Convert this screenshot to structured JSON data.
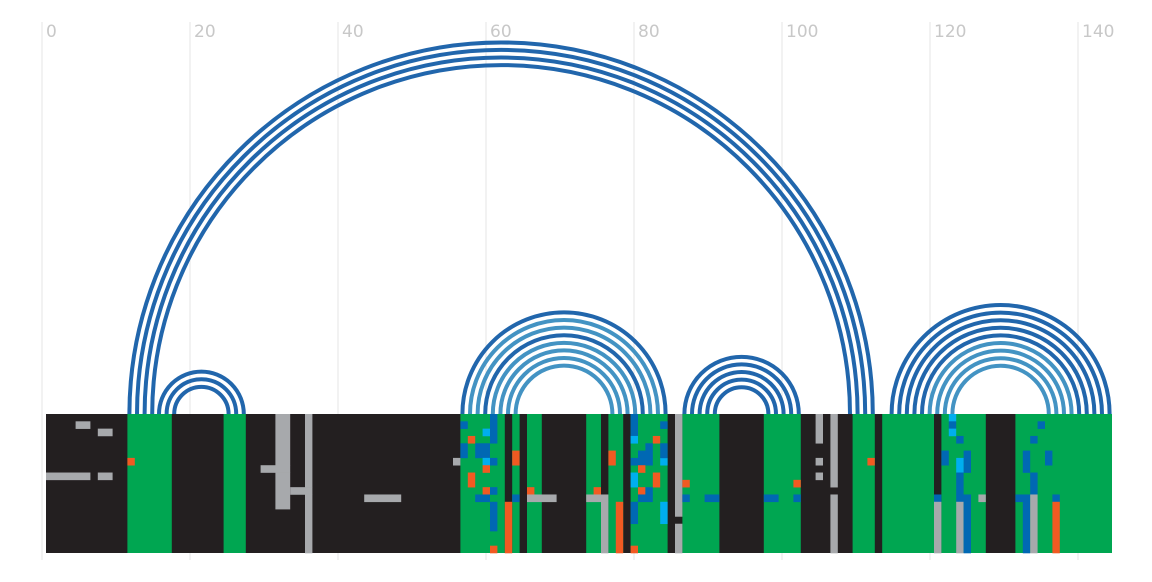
{
  "chart_data": {
    "type": "arc-diagram",
    "x_axis": {
      "range": [
        0,
        145
      ],
      "ticks": [
        0,
        20,
        40,
        60,
        80,
        100,
        120,
        140
      ],
      "tick_labels": [
        "0",
        "20",
        "40",
        "60",
        "80",
        "100",
        "120",
        "140"
      ],
      "grid": true
    },
    "arc_groups": [
      {
        "start": 11,
        "end": 112,
        "count": 4
      },
      {
        "start": 15,
        "end": 27,
        "count": 3
      },
      {
        "start": 56,
        "end": 84,
        "count": 8
      },
      {
        "start": 86,
        "end": 102,
        "count": 5
      },
      {
        "start": 114,
        "end": 144,
        "count": 9
      }
    ],
    "track": {
      "x_range": [
        0,
        144
      ],
      "rows": 19,
      "segments": [
        {
          "start": 0,
          "end": 11,
          "state": "dark"
        },
        {
          "start": 11,
          "end": 17,
          "state": "green"
        },
        {
          "start": 17,
          "end": 24,
          "state": "dark"
        },
        {
          "start": 24,
          "end": 27,
          "state": "green"
        },
        {
          "start": 27,
          "end": 56,
          "state": "dark"
        },
        {
          "start": 56,
          "end": 62,
          "state": "green"
        },
        {
          "start": 62,
          "end": 63,
          "state": "dark"
        },
        {
          "start": 63,
          "end": 64,
          "state": "green"
        },
        {
          "start": 64,
          "end": 65,
          "state": "dark"
        },
        {
          "start": 65,
          "end": 67,
          "state": "green"
        },
        {
          "start": 67,
          "end": 73,
          "state": "dark"
        },
        {
          "start": 73,
          "end": 75,
          "state": "green"
        },
        {
          "start": 75,
          "end": 76,
          "state": "dark"
        },
        {
          "start": 76,
          "end": 78,
          "state": "green"
        },
        {
          "start": 78,
          "end": 79,
          "state": "dark"
        },
        {
          "start": 79,
          "end": 84,
          "state": "green"
        },
        {
          "start": 84,
          "end": 86,
          "state": "dark"
        },
        {
          "start": 86,
          "end": 91,
          "state": "green"
        },
        {
          "start": 91,
          "end": 97,
          "state": "dark"
        },
        {
          "start": 97,
          "end": 102,
          "state": "green"
        },
        {
          "start": 102,
          "end": 109,
          "state": "dark"
        },
        {
          "start": 109,
          "end": 112,
          "state": "green"
        },
        {
          "start": 112,
          "end": 113,
          "state": "dark"
        },
        {
          "start": 113,
          "end": 120,
          "state": "green"
        },
        {
          "start": 120,
          "end": 121,
          "state": "dark"
        },
        {
          "start": 121,
          "end": 127,
          "state": "green"
        },
        {
          "start": 127,
          "end": 131,
          "state": "dark"
        },
        {
          "start": 131,
          "end": 144,
          "state": "green"
        }
      ],
      "cells": [
        {
          "x": 4,
          "row": 1,
          "w": 2,
          "state": "grey"
        },
        {
          "x": 7,
          "row": 2,
          "w": 2,
          "state": "grey"
        },
        {
          "x": 11,
          "row": 6,
          "w": 1,
          "state": "orange"
        },
        {
          "x": 0,
          "row": 8,
          "w": 6,
          "state": "grey"
        },
        {
          "x": 7,
          "row": 8,
          "w": 2,
          "state": "grey"
        },
        {
          "x": 31,
          "row": 0,
          "w": 2,
          "state": "grey",
          "h": 7
        },
        {
          "x": 35,
          "row": 0,
          "w": 1,
          "state": "grey",
          "h": 10
        },
        {
          "x": 29,
          "row": 7,
          "w": 4,
          "state": "grey"
        },
        {
          "x": 31,
          "row": 8,
          "w": 2,
          "state": "grey",
          "h": 5
        },
        {
          "x": 33,
          "row": 10,
          "w": 3,
          "state": "grey"
        },
        {
          "x": 35,
          "row": 11,
          "w": 1,
          "state": "grey",
          "h": 8
        },
        {
          "x": 43,
          "row": 11,
          "w": 5,
          "state": "grey"
        },
        {
          "x": 55,
          "row": 6,
          "w": 1,
          "state": "grey"
        },
        {
          "x": 56,
          "row": 1,
          "w": 1,
          "state": "blue"
        },
        {
          "x": 60,
          "row": 0,
          "w": 1,
          "state": "blue",
          "h": 4
        },
        {
          "x": 59,
          "row": 2,
          "w": 1,
          "state": "cyan"
        },
        {
          "x": 57,
          "row": 3,
          "w": 1,
          "state": "orange"
        },
        {
          "x": 56,
          "row": 4,
          "w": 1,
          "state": "blue",
          "h": 2
        },
        {
          "x": 58,
          "row": 4,
          "w": 2,
          "state": "blue",
          "h": 2
        },
        {
          "x": 59,
          "row": 6,
          "w": 1,
          "state": "cyan"
        },
        {
          "x": 60,
          "row": 6,
          "w": 1,
          "state": "blue"
        },
        {
          "x": 59,
          "row": 7,
          "w": 1,
          "state": "orange"
        },
        {
          "x": 57,
          "row": 8,
          "w": 1,
          "state": "orange",
          "h": 2
        },
        {
          "x": 59,
          "row": 10,
          "w": 1,
          "state": "orange"
        },
        {
          "x": 60,
          "row": 10,
          "w": 1,
          "state": "blue"
        },
        {
          "x": 58,
          "row": 11,
          "w": 2,
          "state": "blue"
        },
        {
          "x": 60,
          "row": 12,
          "w": 1,
          "state": "blue",
          "h": 4
        },
        {
          "x": 60,
          "row": 18,
          "w": 1,
          "state": "orange"
        },
        {
          "x": 63,
          "row": 5,
          "w": 1,
          "state": "orange",
          "h": 2
        },
        {
          "x": 63,
          "row": 11,
          "w": 1,
          "state": "blue"
        },
        {
          "x": 62,
          "row": 12,
          "w": 1,
          "state": "orange",
          "h": 7
        },
        {
          "x": 65,
          "row": 10,
          "w": 1,
          "state": "orange"
        },
        {
          "x": 65,
          "row": 11,
          "w": 4,
          "state": "grey"
        },
        {
          "x": 74,
          "row": 10,
          "w": 1,
          "state": "orange"
        },
        {
          "x": 73,
          "row": 11,
          "w": 3,
          "state": "grey"
        },
        {
          "x": 75,
          "row": 12,
          "w": 1,
          "state": "grey",
          "h": 7
        },
        {
          "x": 76,
          "row": 5,
          "w": 1,
          "state": "orange",
          "h": 2
        },
        {
          "x": 77,
          "row": 12,
          "w": 1,
          "state": "orange",
          "h": 7
        },
        {
          "x": 79,
          "row": 0,
          "w": 1,
          "state": "blue",
          "h": 4
        },
        {
          "x": 79,
          "row": 3,
          "w": 1,
          "state": "cyan"
        },
        {
          "x": 82,
          "row": 3,
          "w": 1,
          "state": "orange"
        },
        {
          "x": 80,
          "row": 5,
          "w": 2,
          "state": "blue",
          "h": 2
        },
        {
          "x": 81,
          "row": 4,
          "w": 1,
          "state": "blue"
        },
        {
          "x": 79,
          "row": 6,
          "w": 1,
          "state": "blue"
        },
        {
          "x": 83,
          "row": 6,
          "w": 1,
          "state": "cyan"
        },
        {
          "x": 80,
          "row": 7,
          "w": 1,
          "state": "orange"
        },
        {
          "x": 79,
          "row": 8,
          "w": 1,
          "state": "cyan",
          "h": 2
        },
        {
          "x": 82,
          "row": 8,
          "w": 1,
          "state": "orange",
          "h": 2
        },
        {
          "x": 80,
          "row": 10,
          "w": 1,
          "state": "orange"
        },
        {
          "x": 81,
          "row": 10,
          "w": 1,
          "state": "blue"
        },
        {
          "x": 80,
          "row": 11,
          "w": 2,
          "state": "blue"
        },
        {
          "x": 79,
          "row": 12,
          "w": 1,
          "state": "blue",
          "h": 3
        },
        {
          "x": 79,
          "row": 18,
          "w": 1,
          "state": "orange"
        },
        {
          "x": 83,
          "row": 1,
          "w": 1,
          "state": "blue"
        },
        {
          "x": 83,
          "row": 4,
          "w": 1,
          "state": "blue",
          "h": 2
        },
        {
          "x": 83,
          "row": 12,
          "w": 1,
          "state": "cyan",
          "h": 3
        },
        {
          "x": 85,
          "row": 0,
          "w": 1,
          "state": "grey",
          "h": 14
        },
        {
          "x": 85,
          "row": 15,
          "w": 1,
          "state": "grey",
          "h": 4
        },
        {
          "x": 86,
          "row": 9,
          "w": 1,
          "state": "orange"
        },
        {
          "x": 86,
          "row": 11,
          "w": 1,
          "state": "blue"
        },
        {
          "x": 89,
          "row": 11,
          "w": 2,
          "state": "blue"
        },
        {
          "x": 97,
          "row": 11,
          "w": 2,
          "state": "blue"
        },
        {
          "x": 101,
          "row": 9,
          "w": 1,
          "state": "orange"
        },
        {
          "x": 101,
          "row": 11,
          "w": 1,
          "state": "blue"
        },
        {
          "x": 104,
          "row": 0,
          "w": 1,
          "state": "grey",
          "h": 4
        },
        {
          "x": 104,
          "row": 6,
          "w": 1,
          "state": "grey"
        },
        {
          "x": 104,
          "row": 8,
          "w": 1,
          "state": "grey"
        },
        {
          "x": 106,
          "row": 0,
          "w": 1,
          "state": "grey",
          "h": 10
        },
        {
          "x": 106,
          "row": 11,
          "w": 1,
          "state": "grey",
          "h": 8
        },
        {
          "x": 111,
          "row": 6,
          "w": 1,
          "state": "orange"
        },
        {
          "x": 122,
          "row": 0,
          "w": 1,
          "state": "cyan"
        },
        {
          "x": 122,
          "row": 1,
          "w": 1,
          "state": "blue"
        },
        {
          "x": 122,
          "row": 2,
          "w": 1,
          "state": "cyan"
        },
        {
          "x": 123,
          "row": 3,
          "w": 1,
          "state": "blue"
        },
        {
          "x": 121,
          "row": 5,
          "w": 1,
          "state": "blue",
          "h": 2
        },
        {
          "x": 124,
          "row": 5,
          "w": 1,
          "state": "blue",
          "h": 3
        },
        {
          "x": 123,
          "row": 6,
          "w": 1,
          "state": "cyan",
          "h": 2
        },
        {
          "x": 123,
          "row": 8,
          "w": 1,
          "state": "blue",
          "h": 3
        },
        {
          "x": 120,
          "row": 11,
          "w": 1,
          "state": "blue"
        },
        {
          "x": 123,
          "row": 11,
          "w": 2,
          "state": "blue"
        },
        {
          "x": 126,
          "row": 11,
          "w": 1,
          "state": "grey"
        },
        {
          "x": 120,
          "row": 12,
          "w": 1,
          "state": "grey",
          "h": 7
        },
        {
          "x": 123,
          "row": 12,
          "w": 1,
          "state": "grey",
          "h": 7
        },
        {
          "x": 124,
          "row": 12,
          "w": 1,
          "state": "blue",
          "h": 7
        },
        {
          "x": 134,
          "row": 1,
          "w": 1,
          "state": "blue"
        },
        {
          "x": 133,
          "row": 3,
          "w": 1,
          "state": "blue"
        },
        {
          "x": 132,
          "row": 5,
          "w": 1,
          "state": "blue",
          "h": 3
        },
        {
          "x": 135,
          "row": 5,
          "w": 1,
          "state": "blue",
          "h": 2
        },
        {
          "x": 133,
          "row": 8,
          "w": 1,
          "state": "blue",
          "h": 3
        },
        {
          "x": 131,
          "row": 11,
          "w": 2,
          "state": "blue"
        },
        {
          "x": 133,
          "row": 11,
          "w": 1,
          "state": "grey"
        },
        {
          "x": 136,
          "row": 11,
          "w": 1,
          "state": "blue"
        },
        {
          "x": 132,
          "row": 12,
          "w": 1,
          "state": "blue",
          "h": 7
        },
        {
          "x": 133,
          "row": 12,
          "w": 1,
          "state": "grey",
          "h": 7
        },
        {
          "x": 136,
          "row": 12,
          "w": 1,
          "state": "orange",
          "h": 7
        }
      ]
    },
    "colors": {
      "arc_outer": "#2166ac",
      "arc_inner": "#4393c3",
      "dark": "#231f20",
      "green": "#00a651",
      "grey": "#a7a9ac",
      "blue": "#0068b3",
      "cyan": "#00aeef",
      "orange": "#f15a22",
      "grid": "#e6e6e6",
      "tick_label": "#c8c8c8"
    }
  }
}
